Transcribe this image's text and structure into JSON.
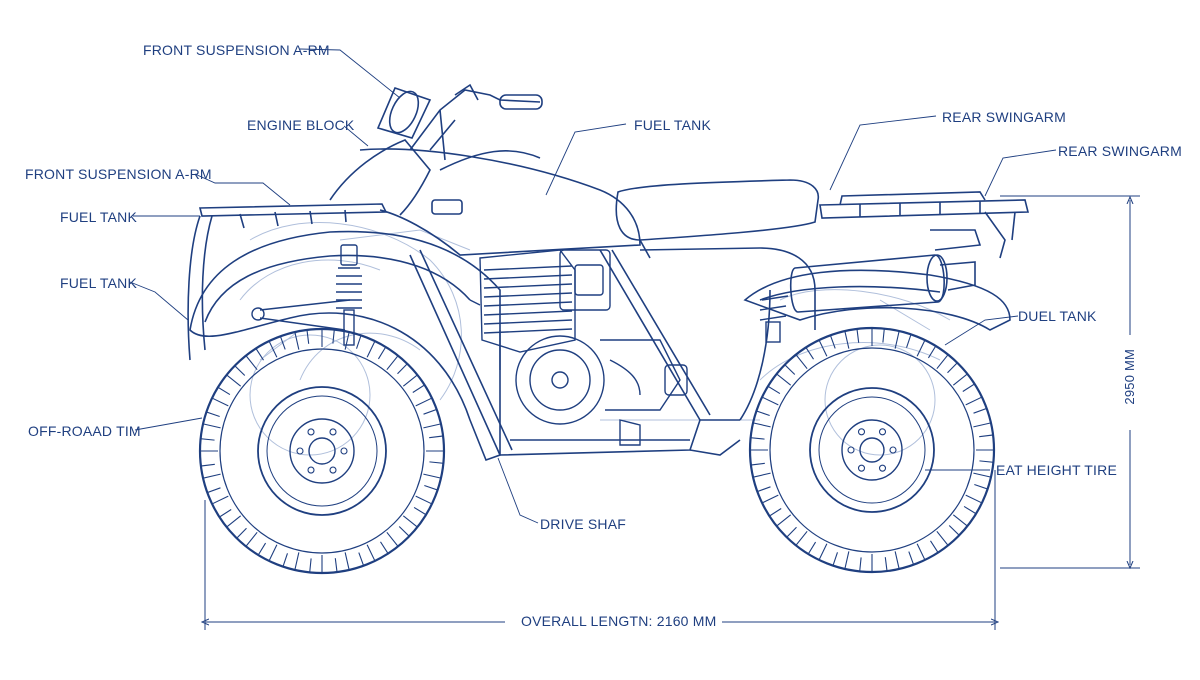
{
  "style": {
    "line_color": "#1f3f80",
    "faint_color": "#9db0d3",
    "text_color": "#1f3f80",
    "background": "#ffffff"
  },
  "labels": {
    "front_suspension_top": "FRONT SUSPENSION A-RM",
    "engine_block": "ENGINE BLOCK",
    "front_suspension_left": "FRONT SUSPENSION A-RM",
    "fuel_tank_left_1": "FUEL TANK",
    "fuel_tank_left_2": "FUEL TANK",
    "off_road_tire": "OFF-ROAAD TIM",
    "fuel_tank_top": "FUEL TANK",
    "rear_swingarm_1": "REAR SWINGARM",
    "rear_swingarm_2": "REAR SWINGARM",
    "duel_tank": "DUEL TANK",
    "seat_height_tire": "EAT HEIGHT TIRE",
    "drive_shaft": "DRIVE SHAF"
  },
  "dimensions": {
    "overall_length": "OVERALL LENGTN: 2160 MM",
    "overall_height": "2950 MM"
  }
}
